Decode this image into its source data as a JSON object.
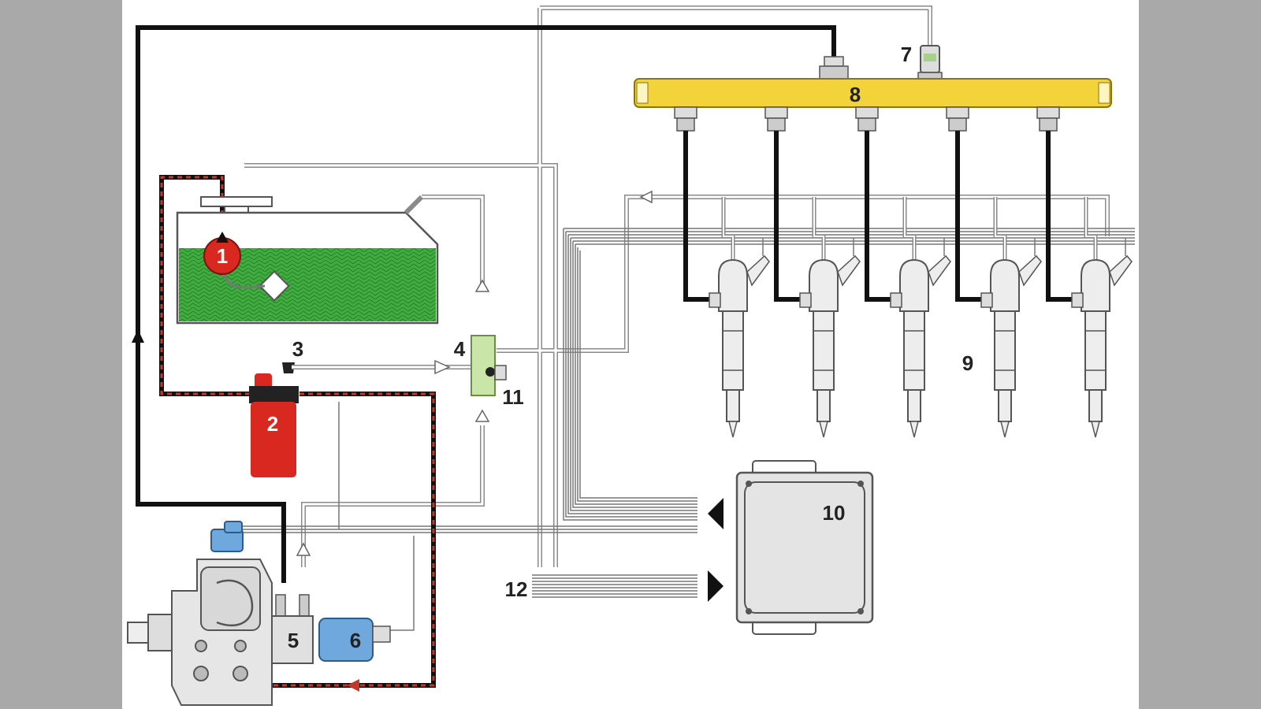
{
  "diagram": {
    "labels": {
      "n1": "1",
      "n2": "2",
      "n3": "3",
      "n4": "4",
      "n5": "5",
      "n6": "6",
      "n7": "7",
      "n8": "8",
      "n9": "9",
      "n10": "10",
      "n11": "11",
      "n12": "12"
    },
    "colors": {
      "background": "#a9a9a9",
      "panel": "#ffffff",
      "fuel": "#3fae3f",
      "filter": "#d8281f",
      "rail": "#f2d33a",
      "solenoid": "#6fa8dc",
      "valve": "#c9e5a8",
      "ecu": "#e4e4e4",
      "high_pressure_line": "#111111",
      "supply_line_dash": "#c0392b"
    },
    "injector_count": 5
  }
}
